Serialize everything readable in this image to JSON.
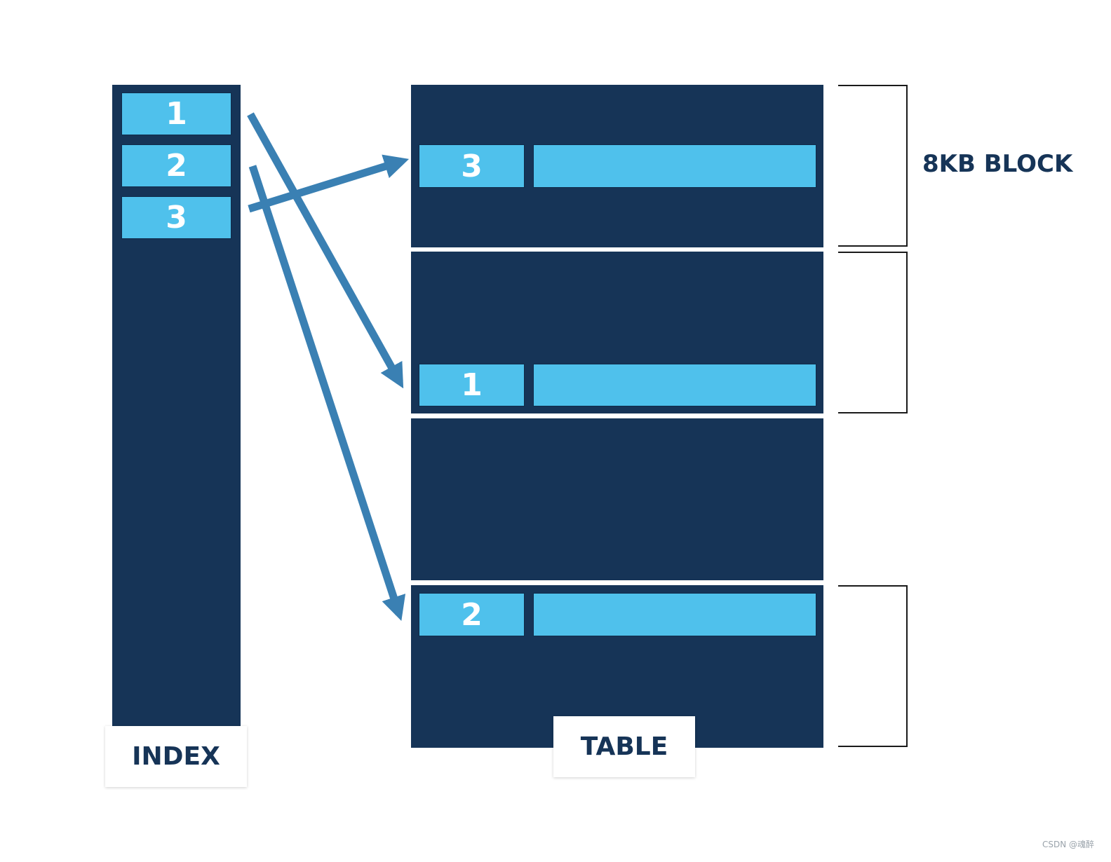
{
  "colors": {
    "dark": "#163457",
    "light": "#4fc1ec",
    "arrow": "#3a80b3",
    "bracket": "#1a1a1a"
  },
  "index": {
    "label": "INDEX",
    "entries": [
      "1",
      "2",
      "3"
    ]
  },
  "table": {
    "label": "TABLE",
    "rows": [
      {
        "key": "3",
        "block": 1
      },
      {
        "key": "1",
        "block": 2
      },
      {
        "key": "2",
        "block": 4
      }
    ]
  },
  "block_label": "8KB BLOCK",
  "links": [
    {
      "from": "1",
      "to_block": 2
    },
    {
      "from": "2",
      "to_block": 4
    },
    {
      "from": "3",
      "to_block": 1
    }
  ],
  "watermark": "CSDN @魂醉"
}
